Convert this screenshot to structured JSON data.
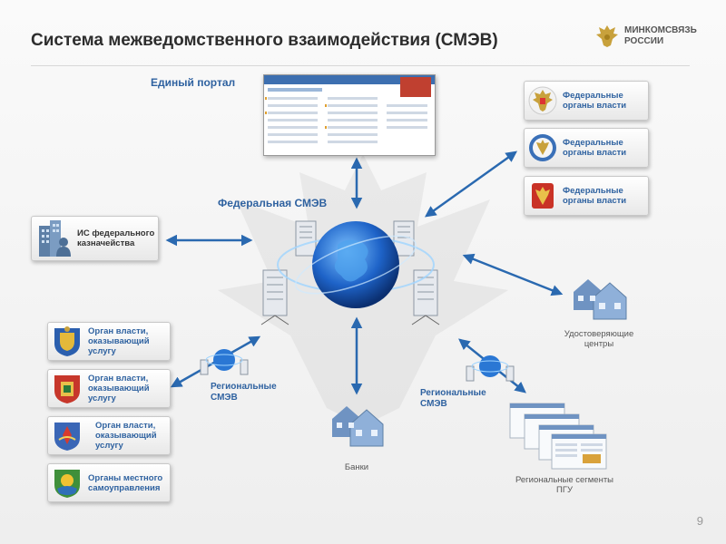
{
  "title": "Система межведомственного взаимодействия (СМЭВ)",
  "logo": {
    "text": "МИНКОМСВЯЗЬ\nРОССИИ",
    "icon": "eagle-emblem-icon"
  },
  "page_number": "9",
  "portal": {
    "label": "Единый портал"
  },
  "federal_smev": {
    "label": "Федеральная СМЭВ"
  },
  "federal_bodies": [
    {
      "label": "Федеральные органы власти",
      "icon": "federal-emblem-icon"
    },
    {
      "label": "Федеральные органы власти",
      "icon": "federal-emblem-blue-icon"
    },
    {
      "label": "Федеральные органы власти",
      "icon": "federal-emblem-red-icon"
    }
  ],
  "treasury": {
    "label": "ИС федерального казначейства"
  },
  "regional_bodies": [
    {
      "label": "Орган власти, оказывающий услугу",
      "icon": "regional-coat-of-arms-icon"
    },
    {
      "label": "Орган власти, оказывающий услугу",
      "icon": "regional-coat-of-arms-icon"
    },
    {
      "label": "Орган власти, оказывающий услугу",
      "icon": "regional-coat-of-arms-icon"
    },
    {
      "label": "Органы местного самоуправления",
      "icon": "municipal-coat-of-arms-icon"
    }
  ],
  "regional_smev_left": {
    "label": "Региональные СМЭВ"
  },
  "regional_smev_right": {
    "label": "Региональные СМЭВ"
  },
  "banks": {
    "label": "Банки"
  },
  "cert_centers": {
    "label": "Удостоверяющие центры"
  },
  "regional_pgu": {
    "label": "Региональные сегменты ПГУ"
  },
  "colors": {
    "accent": "#2f62a0",
    "arrow": "#2a69b0",
    "globe": "#1e63c8"
  }
}
